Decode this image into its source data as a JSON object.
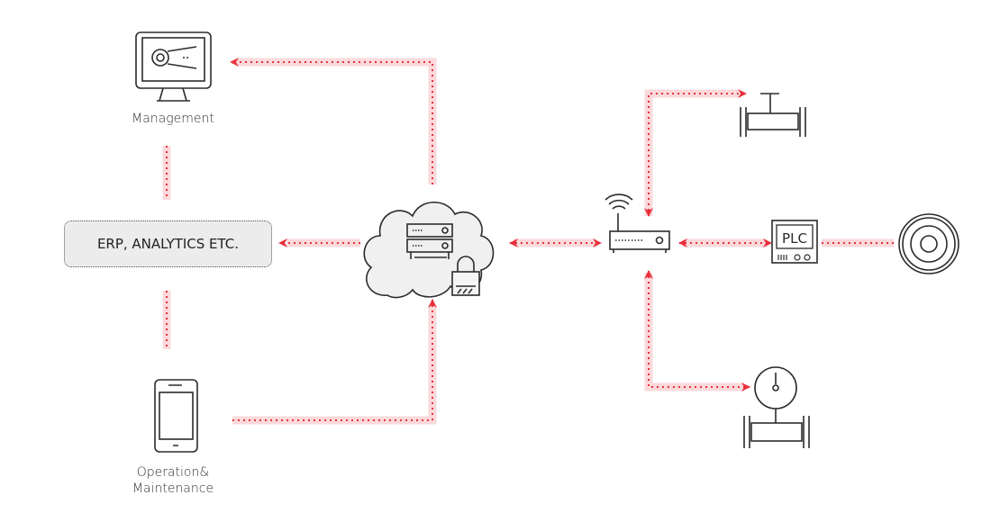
{
  "nodes": {
    "management": {
      "label": "Management",
      "icon": "monitor-gear-icon"
    },
    "erp": {
      "label": "ERP, ANALYTICS ETC."
    },
    "operation": {
      "label_line1": "Operation&",
      "label_line2": "Maintenance",
      "icon": "smartphone-icon"
    },
    "cloud": {
      "icon": "cloud-server-lock-icon"
    },
    "router": {
      "icon": "wifi-router-icon"
    },
    "plc": {
      "label": "PLC",
      "icon": "plc-icon"
    },
    "valve": {
      "icon": "valve-icon"
    },
    "gauge": {
      "icon": "pressure-gauge-icon"
    },
    "motor": {
      "icon": "gear-motor-icon"
    }
  },
  "colors": {
    "arrow": "#e8313c",
    "band": "#fbd9db",
    "stroke": "#2b2b2b",
    "erp_fill": "#ececec"
  }
}
